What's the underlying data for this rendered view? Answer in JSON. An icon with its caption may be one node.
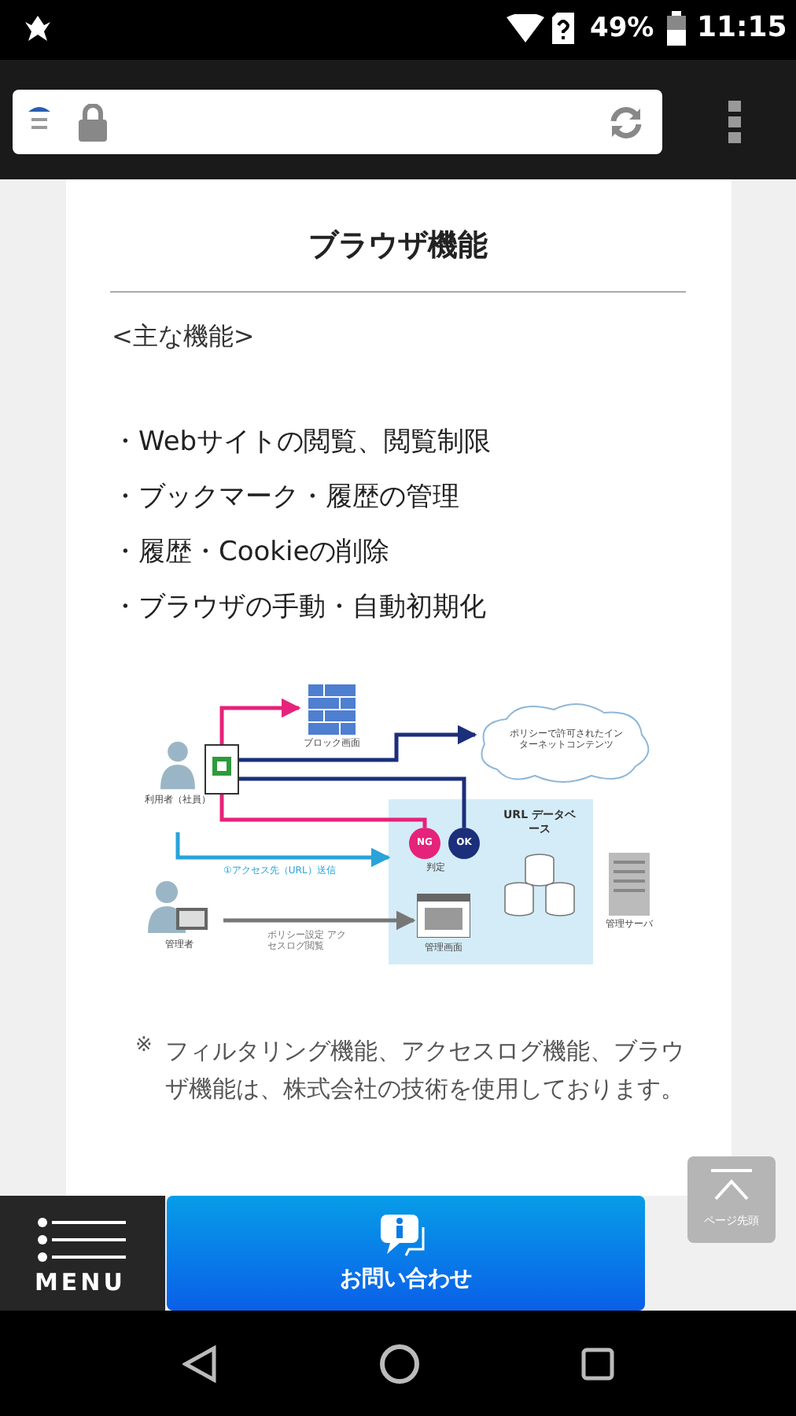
{
  "diagram": {
    "title": "ブラウザ機能",
    "nodes": [
      {
        "text": [
          "利用者（社員）"
        ]
      },
      {
        "text": [],
        "shape": "picture"
      },
      {
        "text": [
          "ブロック画面"
        ]
      },
      {
        "text": [
          "ポリシーで許可されたインターネットコンテンツ"
        ]
      },
      {
        "text": [
          "URL データベース"
        ]
      },
      {
        "text": [
          "NG"
        ],
        "in": 4
      },
      {
        "text": [
          "OK"
        ],
        "in": 4
      },
      {
        "text": [
          "管理画面"
        ],
        "in": 4
      },
      {
        "text": [
          "管理者"
        ]
      },
      {
        "text": [
          "管理サーバ"
        ]
      }
    ],
    "edges": [
      {
        "from": 0,
        "to": 4,
        "arrow": "to",
        "label": "①アクセス先（URL）送信",
        "color": "#29a3d8"
      },
      {
        "from": 5,
        "to": 1,
        "arrow": "none",
        "color": "#e5237a"
      },
      {
        "from": 1,
        "to": 2,
        "arrow": "to",
        "color": "#e5237a"
      },
      {
        "from": 6,
        "to": 1,
        "arrow": "none",
        "color": "#1b2f7a"
      },
      {
        "from": 1,
        "to": 3,
        "arrow": "to",
        "color": "#1b2f7a"
      },
      {
        "from": 8,
        "to": 7,
        "arrow": "to",
        "label": "ポリシー設定 アクセスログ閲覧",
        "color": "#777777"
      }
    ],
    "labels": [
      "49%",
      "11:15",
      "<主な機能>",
      "・Webサイトの閲覧、閲覧制限",
      "・ブックマーク・履歴の管理",
      "・履歴・Cookieの削除",
      "・ブラウザの手動・自動初期化",
      "判定",
      "※",
      "フィルタリング機能、アクセスログ機能、ブラウザ機能は、株式会社の技術を使用しております。",
      "ページ先頭",
      "MENU",
      "お問い合わせ"
    ]
  }
}
